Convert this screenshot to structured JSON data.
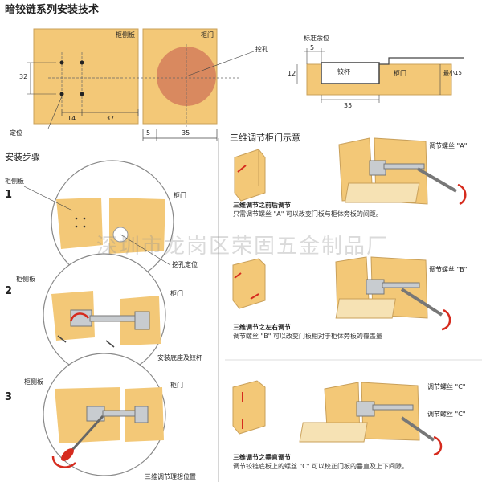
{
  "title": "暗铰链系列安装技术",
  "top_left": {
    "panel_side_label": "柜侧板",
    "panel_door_label": "柜门",
    "drill_hole_label": "挖孔",
    "dim_32": "32",
    "dim_14": "14",
    "dim_37": "37",
    "dim_5": "5",
    "dim_35": "35",
    "position_label": "定位"
  },
  "cross_section": {
    "standard_margin_label": "标准余位",
    "dim_5": "5",
    "dim_12": "12",
    "dim_35": "35",
    "cup_label": "铰杯",
    "door_label": "柜门",
    "min_label": "最小15"
  },
  "steps": {
    "heading": "安装步骤",
    "step1_num": "1",
    "step1_side": "柜侧板",
    "step1_door": "柜门",
    "step1_caption": "挖孔定位",
    "step2_num": "2",
    "step2_side": "柜侧板",
    "step2_door": "柜门",
    "step2_caption": "安装底座及铰杯",
    "step3_num": "3",
    "step3_side": "柜侧板",
    "step3_door": "柜门",
    "step3_caption": "三维调节理想位置"
  },
  "adjust": {
    "heading": "三维调节柜门示意",
    "a_screw_label": "调节螺丝 \"A\"",
    "a_title": "三维调节之前后调节",
    "a_desc": "只需调节螺丝 \"A\" 可以改变门板与柜体旁板的间距。",
    "b_screw_label": "调节螺丝 \"B\"",
    "b_title": "三维调节之左右调节",
    "b_desc": "调节螺丝 \"B\" 可以改变门板相对于柜体旁板的覆盖量",
    "c_screw_label1": "调节螺丝 \"C\"",
    "c_screw_label2": "调节螺丝 \"C\"",
    "c_title": "三维调节之垂直调节",
    "c_desc": "调节铰链底板上的螺丝 \"C\" 可以校正门板的垂直及上下间隙。"
  },
  "watermark": "深圳市龙岗区荣固五金制品厂",
  "colors": {
    "wood": "#f3c877",
    "wood_dark": "#e0ac55",
    "hole": "#d9895f",
    "arrow_red": "#d62b1e",
    "metal": "#c8ccd0",
    "line": "#444444"
  }
}
